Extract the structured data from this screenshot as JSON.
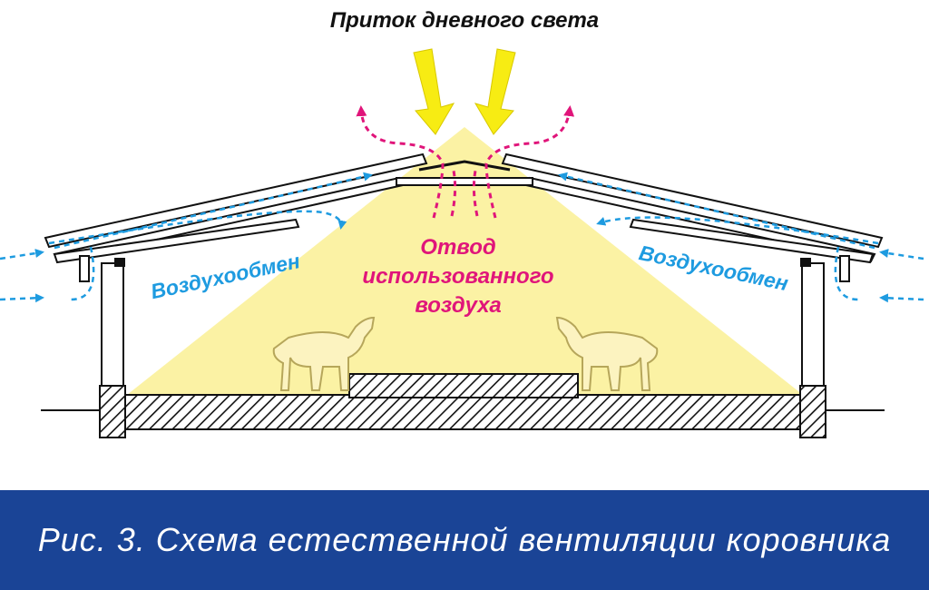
{
  "diagram": {
    "daylight_label": "Приток дневного света",
    "exhaust_label_lines": [
      "Отвод",
      "использованного",
      "воздуха"
    ],
    "air_exchange_left": "Воздухообмен",
    "air_exchange_right": "Воздухообмен"
  },
  "caption": "Рис. 3. Схема естественной вентиляции коровника",
  "colors": {
    "light": "#fbf2a4",
    "sun_arrow": "#f7ec13",
    "airflow": "#1e9be0",
    "exhaust": "#e0157a",
    "caption_band": "#1a4496",
    "cow": "#fcf3c0"
  },
  "icons": [
    "daylight-arrow-icon",
    "cow-icon"
  ]
}
